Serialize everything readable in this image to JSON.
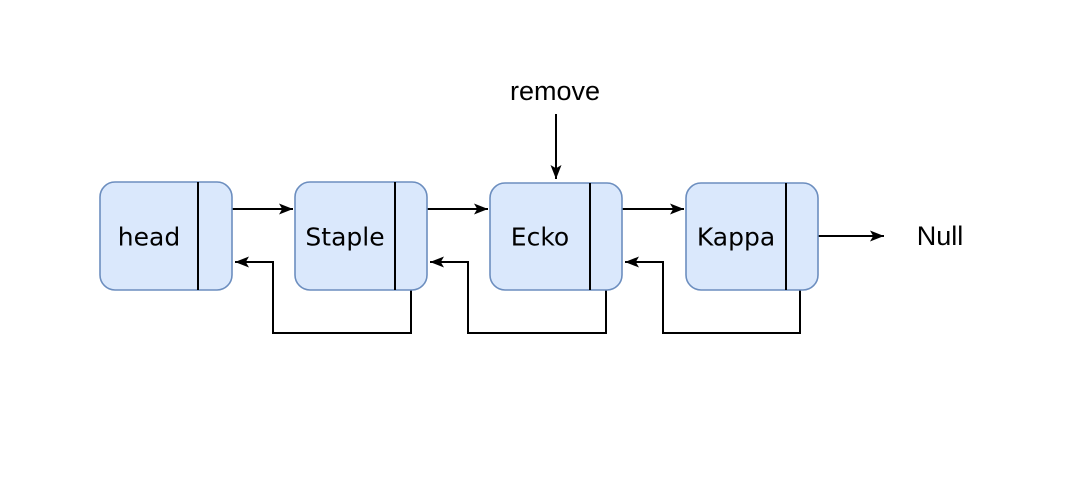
{
  "diagram": {
    "type": "doubly-linked-list",
    "background_color": "#ffffff",
    "node_fill_color": "#dae8fc",
    "node_border_color": "#6c8ebf",
    "edge_color": "#000000",
    "text_color": "#000000",
    "nodes": [
      {
        "label": "head"
      },
      {
        "label": "Staple"
      },
      {
        "label": "Ecko"
      },
      {
        "label": "Kappa"
      }
    ],
    "terminator_label": "Null",
    "annotation": {
      "label": "remove",
      "target": "Ecko"
    },
    "forward_links": [
      "head -> Staple",
      "Staple -> Ecko",
      "Ecko -> Kappa",
      "Kappa -> Null"
    ],
    "backward_links": [
      "Staple -> head",
      "Ecko -> Staple",
      "Kappa -> Ecko"
    ]
  }
}
